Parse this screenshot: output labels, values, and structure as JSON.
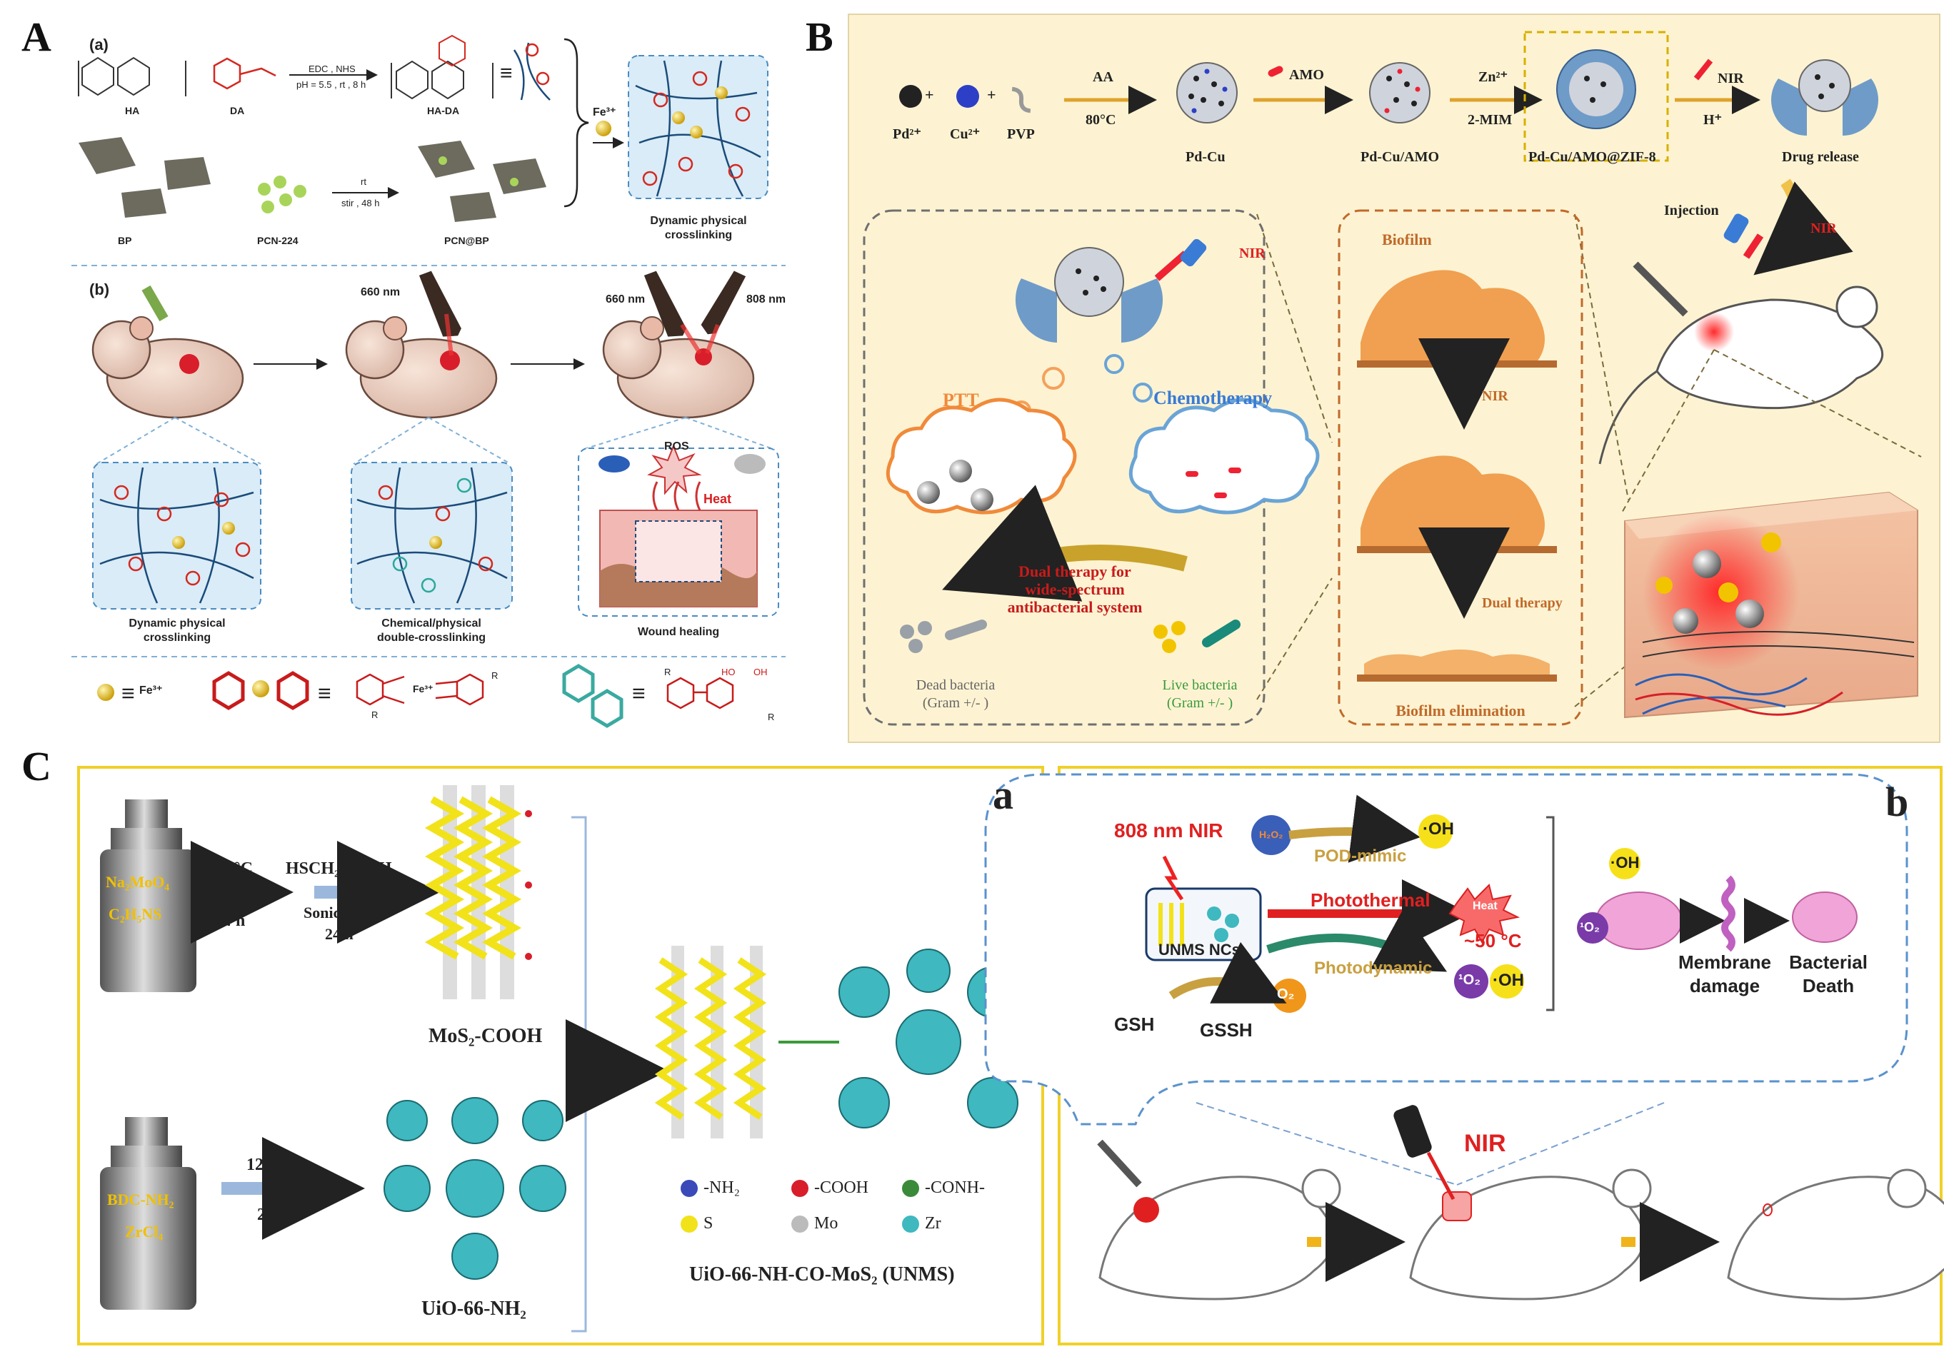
{
  "panels": {
    "A": "A",
    "B": "B",
    "C": "C"
  },
  "panel_a": {
    "sub_a": "(a)",
    "sub_b": "(b)",
    "ha": "HA",
    "da": "DA",
    "reaction": "EDC , NHS",
    "conditions": "pH = 5.5 , rt , 8 h",
    "ha_da": "HA-DA",
    "bp": "BP",
    "pcn": "PCN-224",
    "rt": "rt",
    "stir": "stir , 48 h",
    "pcn_bp": "PCN@BP",
    "fe_label": "Fe³⁺",
    "dynamic_top": "Dynamic physical",
    "dynamic_top2": "crosslinking",
    "nm660a": "660 nm",
    "nm660b": "660 nm",
    "nm808": "808 nm",
    "ros": "ROS",
    "heat": "Heat",
    "cap1a": "Dynamic physical",
    "cap1b": "crosslinking",
    "cap2a": "Chemical/physical",
    "cap2b": "double-crosslinking",
    "cap3": "Wound healing",
    "legend_fe": "Fe³⁺",
    "legend_fe2": "Fe³⁺",
    "legend_r1": "R",
    "legend_r2": "R",
    "legend_ho": "HO",
    "legend_oh": "OH",
    "legend_r3": "R",
    "legend_r4": "R"
  },
  "panel_b": {
    "pd": "Pd²⁺",
    "cu": "Cu²⁺",
    "pvp": "PVP",
    "aa": "AA",
    "temp": "80°C",
    "pdcu": "Pd-Cu",
    "amo": "AMO",
    "pdcu_amo": "Pd-Cu/AMO",
    "zn": "Zn²⁺",
    "mim": "2-MIM",
    "zif": "Pd-Cu/AMO@ZIF-8",
    "nir": "NIR",
    "h": "H⁺",
    "drug_release": "Drug release",
    "injection": "Injection",
    "nir2": "NIR",
    "nir3": "NIR",
    "ptt": "PTT",
    "chemo": "Chemotherapy",
    "dual1": "Dual therapy for",
    "dual2": "wide-spectrum",
    "dual3": "antibacterial  system",
    "dead1": "Dead bacteria",
    "dead2": "(Gram +/- )",
    "live1": "Live bacteria",
    "live2": "(Gram +/- )",
    "biofilm": "Biofilm",
    "nir4": "NIR",
    "dual_therapy": "Dual therapy",
    "biofilm_elim": "Biofilm elimination"
  },
  "panel_c": {
    "sub_a": "a",
    "sub_b": "b",
    "na": "Na₂MoO₄",
    "c2": "C₂H₅NS",
    "t210": "210 °C",
    "h24a": "24 h",
    "hsch": "HSCH₂COOH",
    "sonicated": "Sonicated",
    "h24b": "24 h",
    "mos2": "MoS₂-COOH",
    "bdc": "BDC-NH₂",
    "zrcl": "ZrCl₄",
    "t120": "120 °C",
    "h24c": "24 h",
    "uio": "UiO-66-NH₂",
    "leg_nh2": "-NH₂",
    "leg_cooh": "-COOH",
    "leg_conh": "-CONH-",
    "leg_s": "S",
    "leg_mo": "Mo",
    "leg_zr": "Zr",
    "unms": "UiO-66-NH-CO-MoS₂ (UNMS)",
    "nir808": "808 nm NIR",
    "h2o2": "H₂O₂",
    "pod": "POD-mimic",
    "oh1": "·OH",
    "oh2": "·OH",
    "oh3": "·OH",
    "photothermal": "Photothermal",
    "heat": "Heat",
    "temp50": "~50 °C",
    "photodynamic": "Photodynamic",
    "o2": "O₂",
    "o2s1": "¹O₂",
    "o2s2": "¹O₂",
    "unms_ncs": "UNMS NCs",
    "gsh": "GSH",
    "gssh": "GSSH",
    "membrane1": "Membrane",
    "membrane2": "damage",
    "bact1": "Bacterial",
    "bact2": "Death",
    "nir": "NIR"
  }
}
